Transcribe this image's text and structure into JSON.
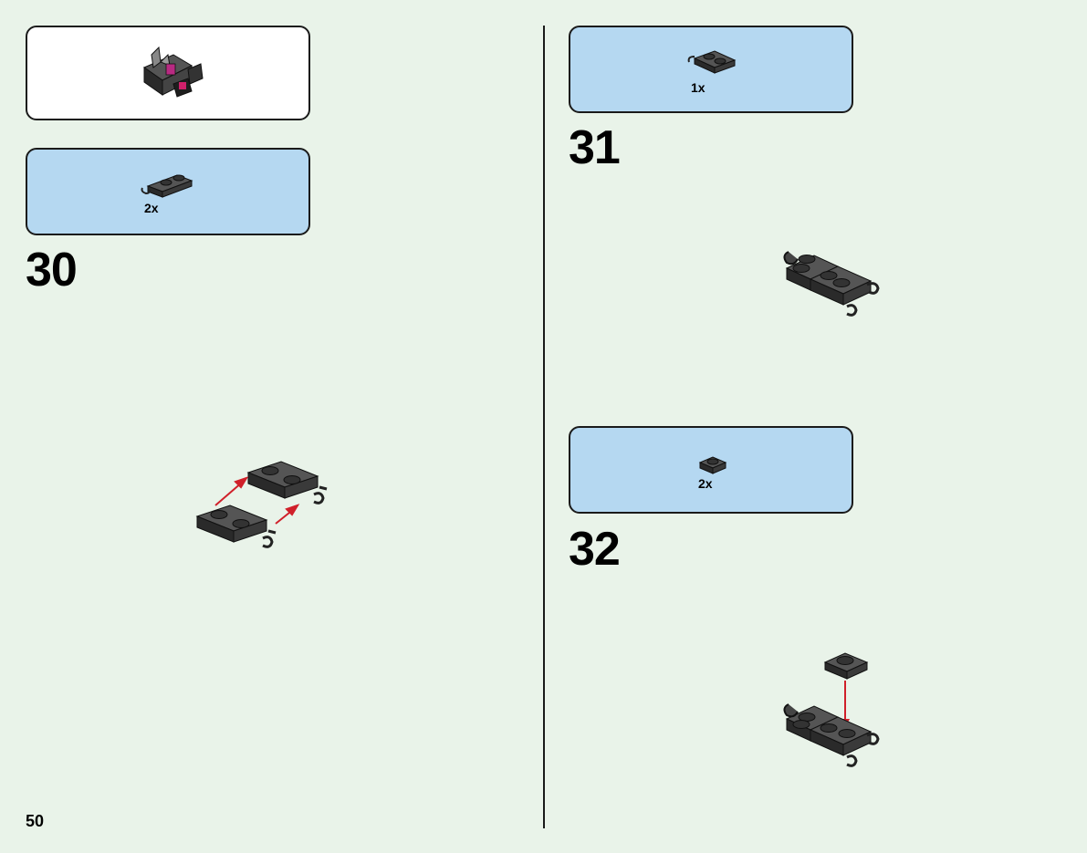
{
  "page": {
    "number": "50"
  },
  "steps": [
    {
      "number": "30",
      "parts_qty": "2x"
    },
    {
      "number": "31",
      "parts_qty": "1x"
    },
    {
      "number": "32",
      "parts_qty": "2x"
    }
  ],
  "colors": {
    "background": "#e9f3e9",
    "parts_panel": "#b5d8f1",
    "brick_dark": "#3a3a3a",
    "arrow": "#d0202a",
    "magenta": "#d0206a"
  },
  "icons": [
    "plate-1x2-clip-icon",
    "plate-2x2-clip-icon",
    "plate-1x1-icon",
    "subassembly-callout-icon"
  ]
}
